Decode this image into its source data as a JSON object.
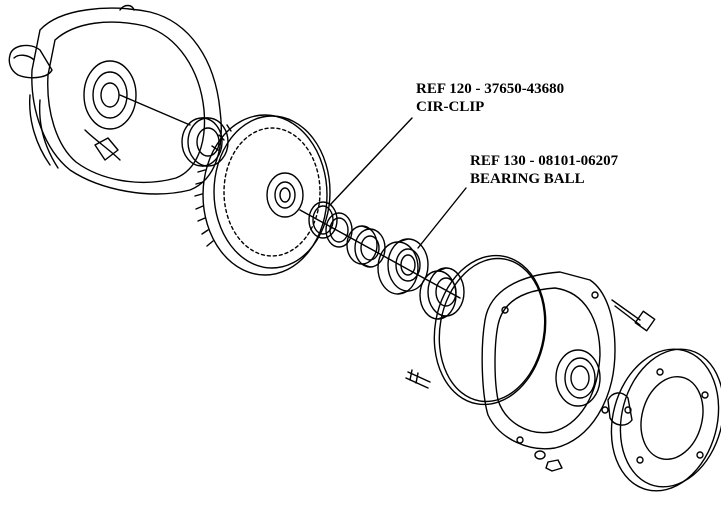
{
  "callouts": [
    {
      "ref": "REF 120  -   37650-43680",
      "name": "CIR-CLIP"
    },
    {
      "ref": "REF 130  -  08101-06207",
      "name": "BEARING BALL"
    }
  ],
  "colors": {
    "ink": "#000000",
    "paper": "#ffffff"
  }
}
